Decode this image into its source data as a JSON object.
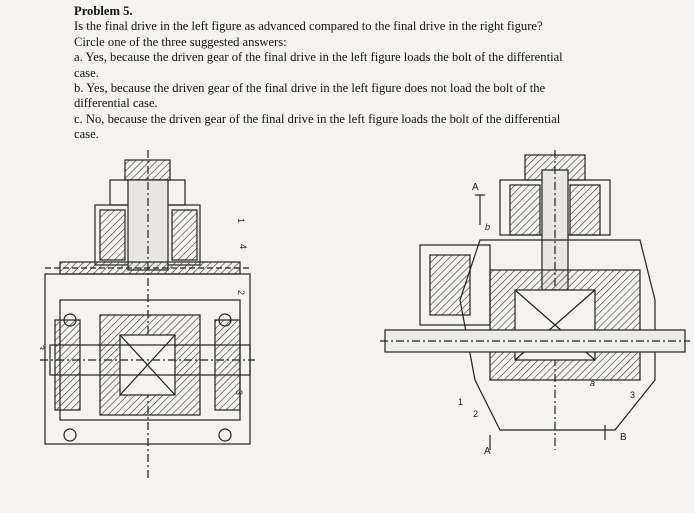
{
  "problem": {
    "title": "Problem 5.",
    "question": "Is the final drive in the left figure as advanced compared to the final drive in the right figure?",
    "instruction": "Circle one of the three suggested answers:",
    "answers": [
      {
        "line1": "a. Yes, because the driven gear of the final drive in the left figure loads the bolt of the differential",
        "line2": "case."
      },
      {
        "line1": "b. Yes, because the driven gear of the final drive in the left figure does not load the bolt of the",
        "line2": "differential case."
      },
      {
        "line1": "c. No, because the driven gear of the final drive in the left figure loads the bolt of the differential",
        "line2": "case."
      }
    ]
  },
  "figure_labels": {
    "left": [
      "1",
      "2",
      "3",
      "4",
      "3"
    ],
    "right": [
      "A",
      "b",
      "1",
      "2",
      "3",
      "a",
      "A",
      "B"
    ]
  }
}
